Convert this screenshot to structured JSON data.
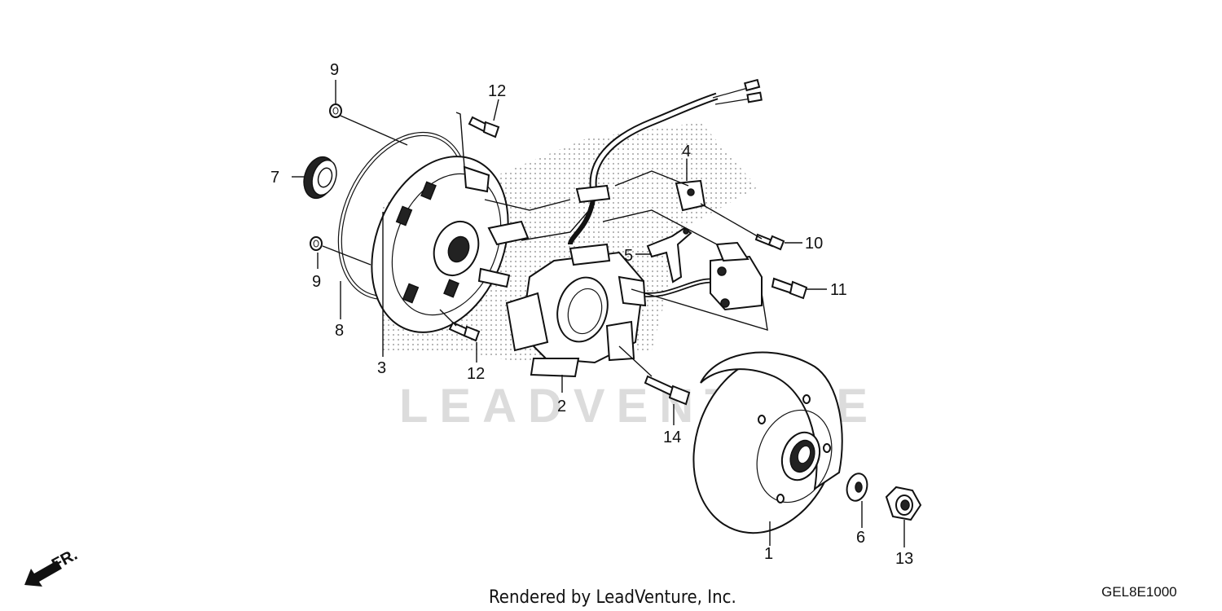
{
  "diagram": {
    "watermark": "LEADVENTURE",
    "footer": "Rendered by LeadVenture, Inc.",
    "code": "GEL8E1000",
    "front_label": "FR.",
    "callouts": {
      "c1": "1",
      "c2": "2",
      "c3": "3",
      "c4": "4",
      "c5": "5",
      "c6": "6",
      "c7": "7",
      "c8": "8",
      "c9a": "9",
      "c9b": "9",
      "c10": "10",
      "c11": "11",
      "c12a": "12",
      "c12b": "12",
      "c13": "13",
      "c14": "14"
    }
  }
}
